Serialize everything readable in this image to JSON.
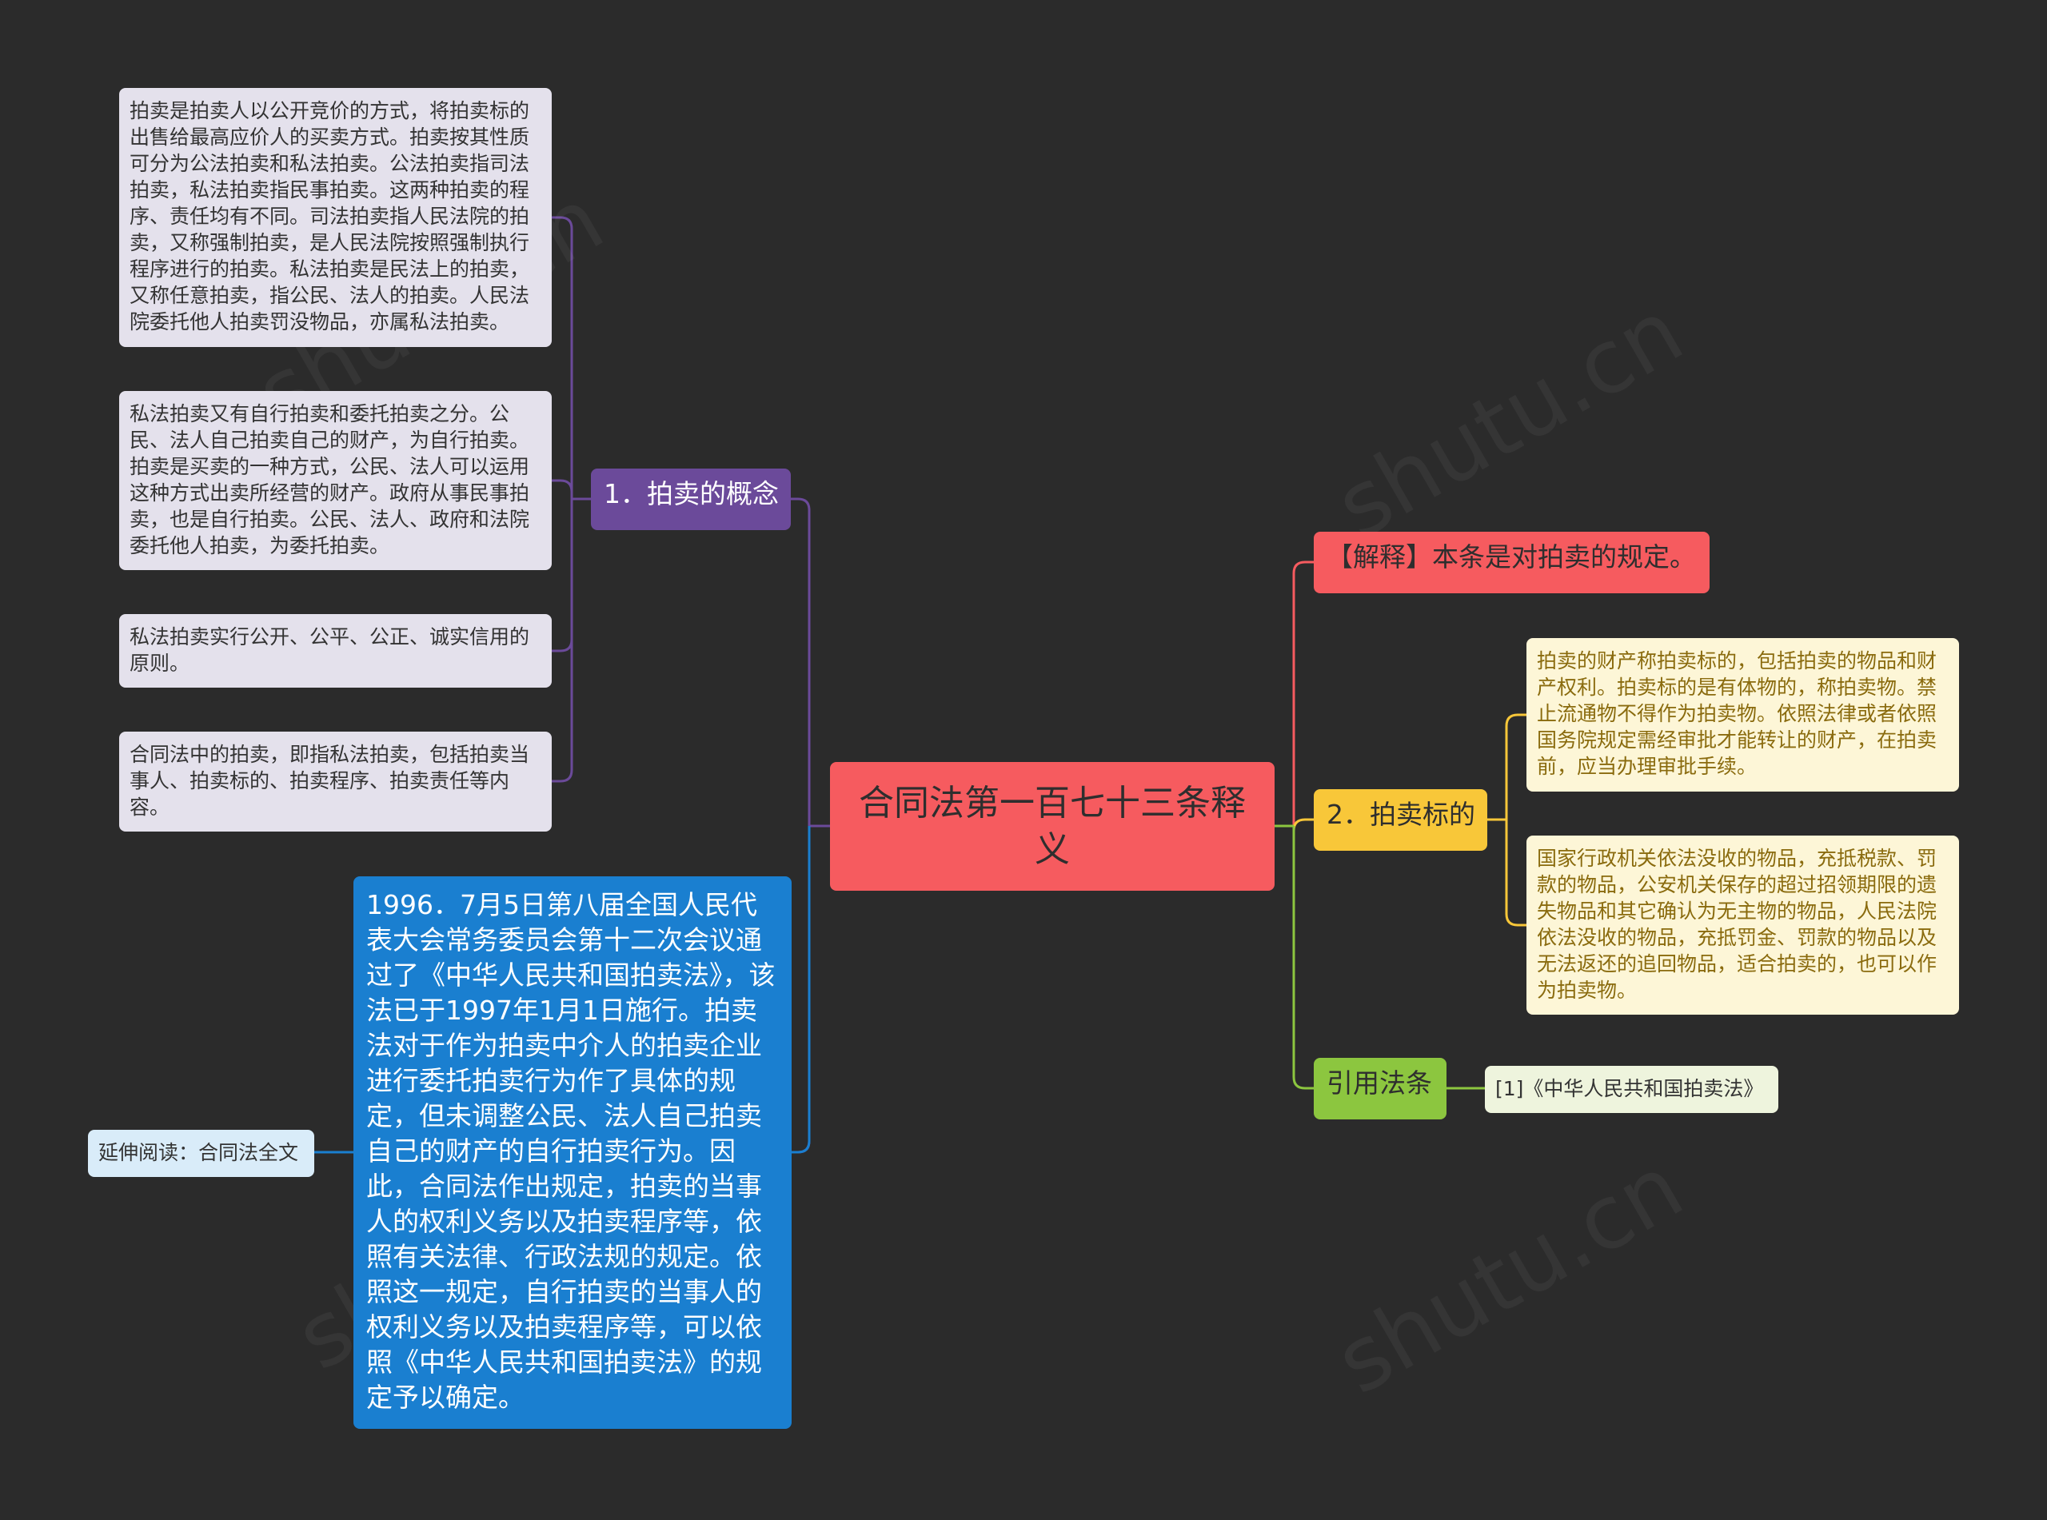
{
  "root": {
    "label": "合同法第一百七十三条释义"
  },
  "branches": {
    "concept": {
      "label": "1．拍卖的概念",
      "color": "#6b4a9a",
      "items": [
        "拍卖是拍卖人以公开竞价的方式，将拍卖标的出售给最高应价人的买卖方式。拍卖按其性质可分为公法拍卖和私法拍卖。公法拍卖指司法拍卖，私法拍卖指民事拍卖。这两种拍卖的程序、责任均有不同。司法拍卖指人民法院的拍卖，又称强制拍卖，是人民法院按照强制执行程序进行的拍卖。私法拍卖是民法上的拍卖，又称任意拍卖，指公民、法人的拍卖。人民法院委托他人拍卖罚没物品，亦属私法拍卖。",
        "私法拍卖又有自行拍卖和委托拍卖之分。公民、法人自己拍卖自己的财产，为自行拍卖。拍卖是买卖的一种方式，公民、法人可以运用这种方式出卖所经营的财产。政府从事民事拍卖，也是自行拍卖。公民、法人、政府和法院委托他人拍卖，为委托拍卖。",
        "私法拍卖实行公开、公平、公正、诚实信用的原则。",
        "合同法中的拍卖，即指私法拍卖，包括拍卖当事人、拍卖标的、拍卖程序、拍卖责任等内容。"
      ]
    },
    "history": {
      "text": "1996．7月5日第八届全国人民代表大会常务委员会第十二次会议通过了《中华人民共和国拍卖法》，该法已于1997年1月1日施行。拍卖法对于作为拍卖中介人的拍卖企业进行委托拍卖行为作了具体的规定，但未调整公民、法人自己拍卖自己的财产的自行拍卖行为。因此，合同法作出规定，拍卖的当事人的权利义务以及拍卖程序等，依照有关法律、行政法规的规定。依照这一规定，自行拍卖的当事人的权利义务以及拍卖程序等，可以依照《中华人民共和国拍卖法》的规定予以确定。",
      "color": "#1a7fd0",
      "items": [
        "延伸阅读：合同法全文"
      ]
    },
    "explain": {
      "label": "【解释】本条是对拍卖的规定。",
      "color": "#f65b5f"
    },
    "subject": {
      "label": "2．拍卖标的",
      "color": "#f8c739",
      "items": [
        "拍卖的财产称拍卖标的，包括拍卖的物品和财产权利。拍卖标的是有体物的，称拍卖物。禁止流通物不得作为拍卖物。依照法律或者依照国务院规定需经审批才能转让的财产，在拍卖前，应当办理审批手续。",
        "国家行政机关依法没收的物品，充抵税款、罚款的物品，公安机关保存的超过招领期限的遗失物品和其它确认为无主物的物品，人民法院依法没收的物品，充抵罚金、罚款的物品以及无法返还的追回物品，适合拍卖的，也可以作为拍卖物。"
      ]
    },
    "cite": {
      "label": "引用法条",
      "color": "#8cc63f",
      "items": [
        "[1]《中华人民共和国拍卖法》"
      ]
    }
  }
}
